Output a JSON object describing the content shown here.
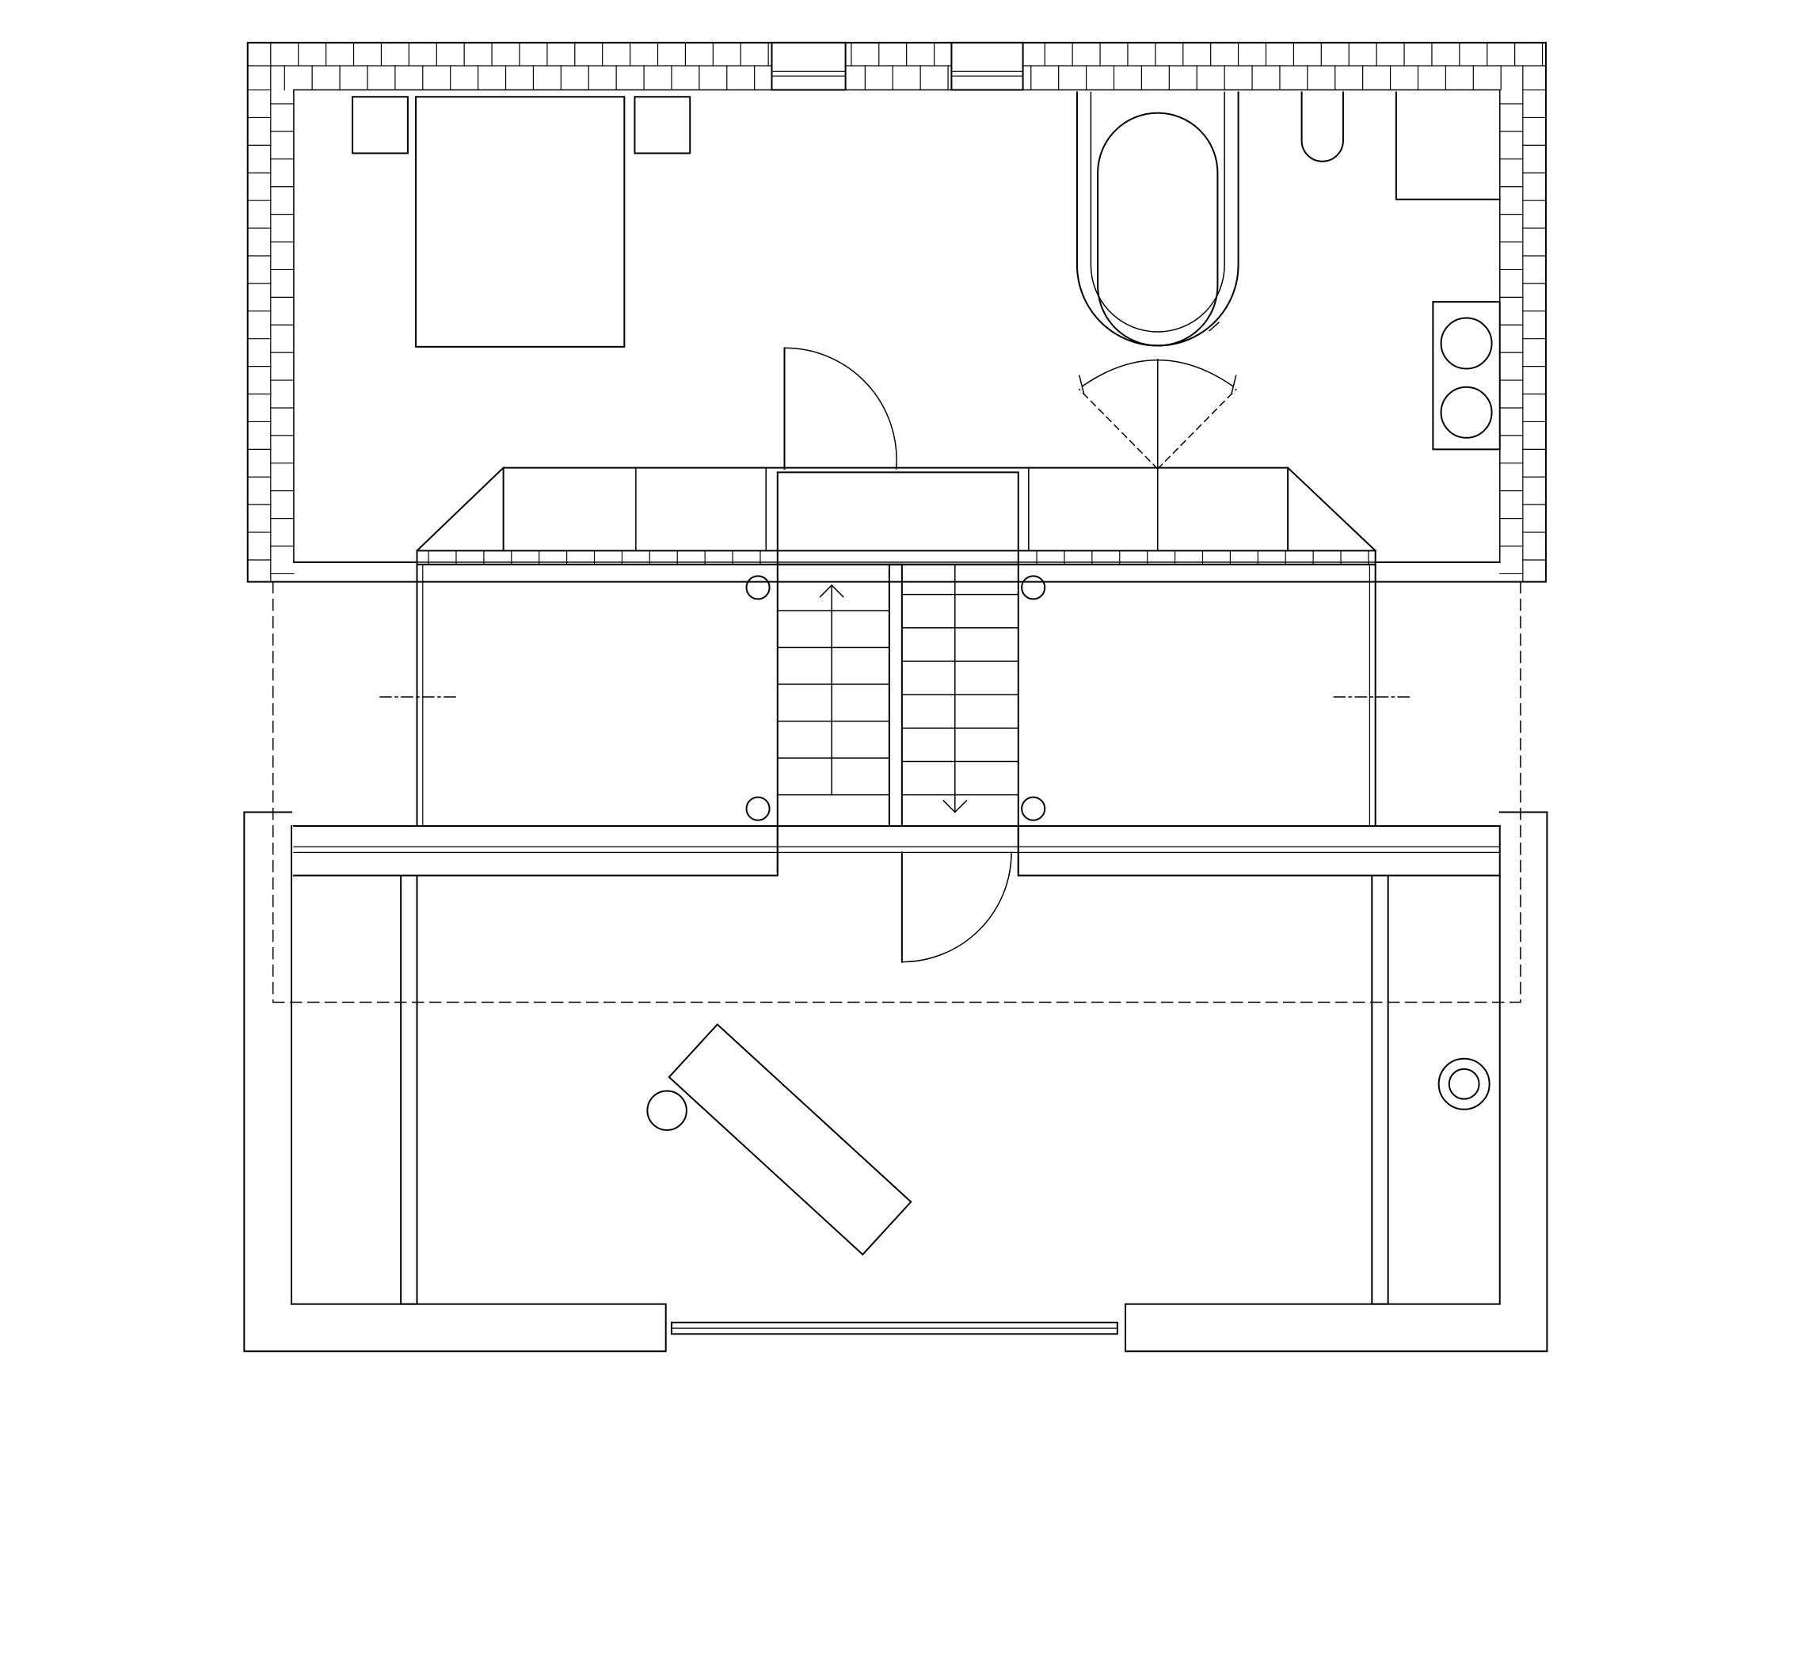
{
  "drawing": {
    "type": "architectural-floor-plan",
    "line_color": "#000000",
    "background": "#ffffff",
    "rooms": [
      "bedroom",
      "bathroom",
      "stair-hall",
      "landing-left",
      "landing-right",
      "study"
    ],
    "furniture": [
      "double-bed",
      "nightstand-left",
      "nightstand-right",
      "bathtub",
      "toilet",
      "vanity-counter",
      "double-sink",
      "angled-desk",
      "round-stool",
      "round-fixture"
    ],
    "stairs": [
      {
        "name": "stair-up",
        "direction": "up"
      },
      {
        "name": "stair-down",
        "direction": "down"
      }
    ],
    "doors": [
      "bedroom-door",
      "bathroom-double-door",
      "study-door"
    ]
  }
}
